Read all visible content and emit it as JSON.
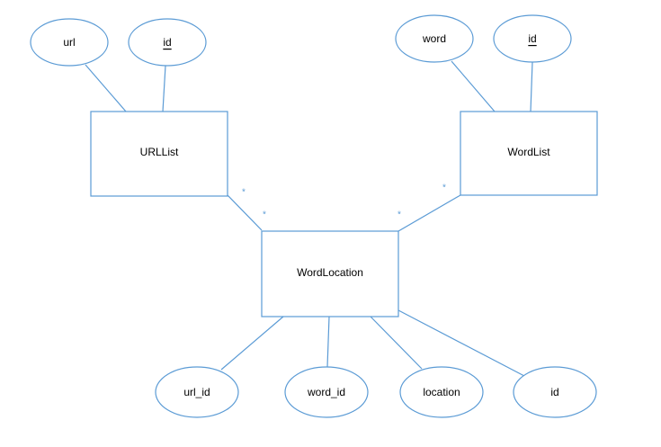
{
  "entities": {
    "urllist": {
      "label": "URLList"
    },
    "wordlist": {
      "label": "WordList"
    },
    "wordlocation": {
      "label": "WordLocation"
    }
  },
  "attributes": {
    "urllist_url": {
      "label": "url"
    },
    "urllist_id": {
      "label": "id",
      "primary_key": true
    },
    "wordlist_word": {
      "label": "word"
    },
    "wordlist_id": {
      "label": "id",
      "primary_key": true
    },
    "wordlocation_url_id": {
      "label": "url_id"
    },
    "wordlocation_word_id": {
      "label": "word_id"
    },
    "wordlocation_location": {
      "label": "location"
    },
    "wordlocation_id": {
      "label": "id"
    }
  },
  "multiplicities": {
    "urllist_side": "*",
    "wordlocation_left": "*",
    "wordlocation_right": "*",
    "wordlist_side": "*"
  },
  "colors": {
    "stroke": "#5b9bd5",
    "text": "#000000",
    "background": "#ffffff"
  }
}
